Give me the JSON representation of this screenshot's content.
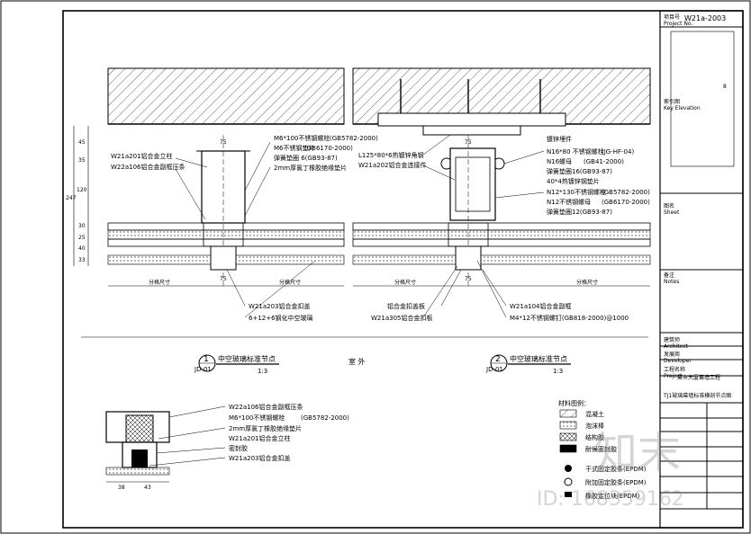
{
  "title_block": {
    "project_no_label": "项目号\nProject No.",
    "drawing_no": "W21a-2003",
    "key_plan_label": "索引图\nKey Elevation",
    "key_plan_mark": "8",
    "sheet_label": "图名\nSheet",
    "notes_label": "备注\nNotes",
    "architect_label": "建筑师\nArchitect",
    "developer_label": "发展商\nDeveloper",
    "project_label": "工程名称\nProject",
    "project_name": "某市大厦幕墙工程",
    "drawing_title": "TJ1玻璃幕墙标准横剖节点图",
    "blank_rows": [
      "",
      "",
      "",
      ""
    ]
  },
  "detail1": {
    "number": "1",
    "sheet_ref": "JD-01",
    "title": "中空玻璃标准节点",
    "scale": "1:3",
    "dims_left": [
      "45",
      "35",
      "120",
      "30",
      "25",
      "40",
      "33"
    ],
    "dim_total": "247",
    "dim_top": "75",
    "dim_bottom": "75",
    "glass_dim": "分格尺寸",
    "callouts_left": [
      "W21a201铝合金立柱",
      "W22a106铝合金副框压条"
    ],
    "callouts_right": [
      "M6*100不锈钢螺栓",
      "M6不锈钢垫片",
      "弹簧垫圈 6(GB93-87)",
      "2mm厚氯丁橡胶绝缘垫片"
    ],
    "gb_refs": [
      "(GB5782-2000)",
      "(GB6170-2000)"
    ],
    "callouts_bottom": [
      "W21a203铝合金扣盖",
      "6+12+6钢化中空玻璃"
    ]
  },
  "detail2": {
    "number": "2",
    "sheet_ref": "JD-01",
    "title": "中空玻璃标准节点",
    "scale": "1:3",
    "dim_top": "75",
    "dim_bottom": "75",
    "glass_dim": "分格尺寸",
    "callouts_left": [
      "L125*80*6热镀锌角钢",
      "W21a202铝合金连接件"
    ],
    "callouts_right": [
      "镀锌埋件",
      "N16*80 不锈钢螺栓",
      "N16螺母",
      "弹簧垫圈16(GB93-87)",
      "40*4热镀锌钢垫片",
      "N12*130不锈钢螺栓",
      "N12不锈钢螺母",
      "弹簧垫圈12(GB93-87)"
    ],
    "gb_refs": [
      "(JG-HF-04)",
      "(GB41-2000)",
      "(GB5782-2000)",
      "(GB6170-2000)"
    ],
    "callouts_bottom": [
      "铝合金扣盖板",
      "W21a305铝合金扣板",
      "W21a104铝合金副框",
      "M4*12不锈钢螺钉(GB818-2000)@1000"
    ]
  },
  "mid_label": "室 外",
  "detail3": {
    "callouts": [
      "W22a106铝合金副框压条",
      "M6*100不锈钢螺栓",
      "2mm厚氯丁橡胶绝缘垫片",
      "W21a201铝合金立柱",
      "密封胶",
      "W21a203铝合金扣盖"
    ],
    "gb_ref": "(GB5782-2000)",
    "dims": [
      "38",
      "43"
    ]
  },
  "legend": {
    "title": "材料图例：",
    "items": [
      "混凝土",
      "泡沫棒",
      "结构胶",
      "耐候密封胶",
      "干式固定胶条(EPDM)",
      "附加固定胶条(EPDM)",
      "橡胶定位块(EPDM)"
    ]
  },
  "watermark": {
    "brand": "知末",
    "id_text": "ID: 168359162"
  }
}
